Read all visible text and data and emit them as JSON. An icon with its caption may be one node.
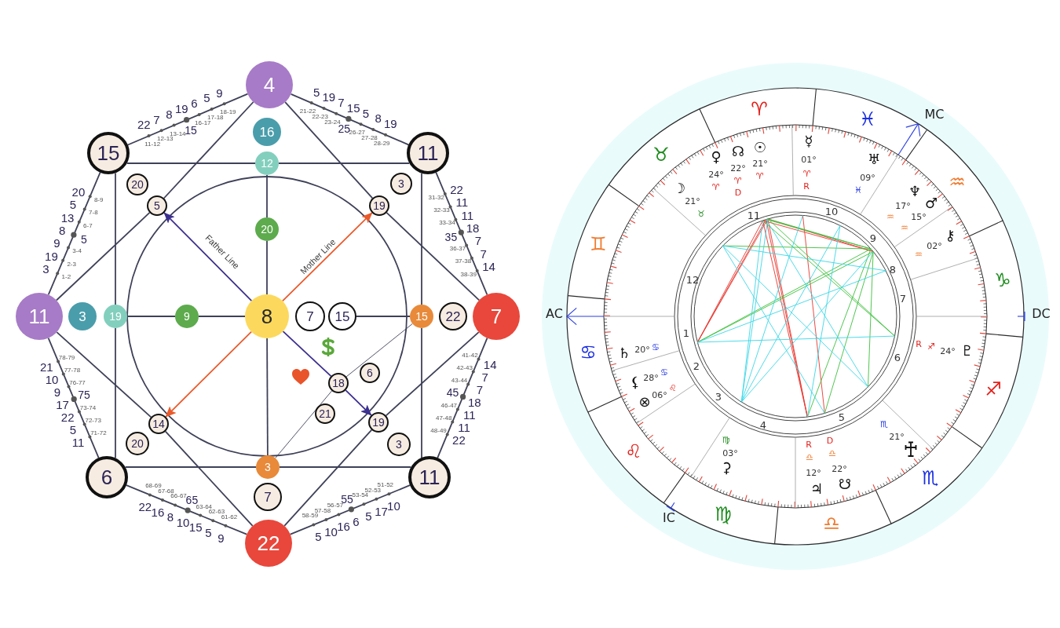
{
  "diagram": {
    "nodes": [
      {
        "text": [
          "4"
        ]
      },
      {
        "text": [
          "16"
        ]
      },
      {
        "text": [
          "15"
        ]
      },
      {
        "text": [
          "11"
        ]
      },
      {
        "text": [
          "12"
        ]
      },
      {
        "text": [
          "20"
        ]
      },
      {
        "text": [
          "3"
        ]
      },
      {
        "text": [
          "5"
        ]
      },
      {
        "text": [
          "19"
        ]
      },
      {
        "text": [
          "20"
        ]
      },
      {
        "text": [
          "11"
        ]
      },
      {
        "text": [
          "3"
        ]
      },
      {
        "text": [
          "19"
        ]
      },
      {
        "text": [
          "9"
        ]
      },
      {
        "text": [
          "8"
        ]
      },
      {
        "text": [
          "7"
        ]
      },
      {
        "text": [
          "15"
        ]
      },
      {
        "text": [
          "15"
        ]
      },
      {
        "text": [
          "22"
        ]
      },
      {
        "text": [
          "7"
        ]
      },
      {
        "text": [
          "6"
        ]
      },
      {
        "text": [
          "18"
        ]
      },
      {
        "text": [
          "21"
        ]
      },
      {
        "text": [
          "14"
        ]
      },
      {
        "text": [
          "19"
        ]
      },
      {
        "text": [
          "20"
        ]
      },
      {
        "text": [
          "3"
        ]
      },
      {
        "text": [
          "3"
        ]
      },
      {
        "text": [
          "6"
        ]
      },
      {
        "text": [
          "11"
        ]
      },
      {
        "text": [
          "7"
        ]
      },
      {
        "text": [
          "22"
        ]
      }
    ],
    "edges": [
      {
        "from": 10,
        "to": 2,
        "arrow": "none"
      },
      {
        "from": 2,
        "to": 0,
        "arrow": "none"
      },
      {
        "from": 0,
        "to": 3,
        "arrow": "none"
      },
      {
        "from": 3,
        "to": 19,
        "arrow": "none"
      },
      {
        "from": 19,
        "to": 29,
        "arrow": "none"
      },
      {
        "from": 29,
        "to": 31,
        "arrow": "none"
      },
      {
        "from": 31,
        "to": 28,
        "arrow": "none"
      },
      {
        "from": 28,
        "to": 10,
        "arrow": "none"
      },
      {
        "from": 2,
        "to": 4,
        "arrow": "none"
      },
      {
        "from": 4,
        "to": 3,
        "arrow": "none"
      },
      {
        "from": 2,
        "to": 12,
        "arrow": "none"
      },
      {
        "from": 12,
        "to": 28,
        "arrow": "none"
      },
      {
        "from": 3,
        "to": 17,
        "arrow": "none"
      },
      {
        "from": 17,
        "to": 29,
        "arrow": "none"
      },
      {
        "from": 28,
        "to": 27,
        "arrow": "none"
      },
      {
        "from": 27,
        "to": 29,
        "arrow": "none"
      },
      {
        "from": 0,
        "to": 7,
        "arrow": "none"
      },
      {
        "from": 7,
        "to": 10,
        "arrow": "none"
      },
      {
        "from": 0,
        "to": 8,
        "arrow": "none"
      },
      {
        "from": 8,
        "to": 19,
        "arrow": "none"
      },
      {
        "from": 10,
        "to": 23,
        "arrow": "none"
      },
      {
        "from": 23,
        "to": 31,
        "arrow": "none"
      },
      {
        "from": 19,
        "to": 24,
        "arrow": "none"
      },
      {
        "from": 24,
        "to": 31,
        "arrow": "none"
      },
      {
        "from": 4,
        "to": 9,
        "arrow": "none"
      },
      {
        "from": 9,
        "to": 14,
        "arrow": "none"
      },
      {
        "from": 14,
        "to": 27,
        "arrow": "none"
      },
      {
        "from": 12,
        "to": 13,
        "arrow": "none"
      },
      {
        "from": 13,
        "to": 14,
        "arrow": "none"
      },
      {
        "from": 16,
        "to": 17,
        "arrow": "none"
      },
      {
        "from": 14,
        "to": 7,
        "arrow": "to",
        "label": "Father Line",
        "color": "#3b2f8f"
      },
      {
        "from": 14,
        "to": 8,
        "arrow": "to",
        "label": "Mother Line",
        "color": "#ea5a2b"
      },
      {
        "from": 14,
        "to": 23,
        "arrow": "to",
        "color": "#ea5a2b"
      },
      {
        "from": 14,
        "to": 21,
        "arrow": "none",
        "color": "#3b2f8f"
      },
      {
        "from": 21,
        "to": 24,
        "arrow": "to",
        "color": "#3b2f8f"
      },
      {
        "from": 27,
        "to": 21,
        "arrow": "none"
      },
      {
        "from": 21,
        "to": 17,
        "arrow": "none"
      }
    ],
    "labels": [
      "3",
      "1-2",
      "19",
      "2-3",
      "9",
      "3-4",
      "8",
      "5",
      "13",
      "6-7",
      "5",
      "7-8",
      "20",
      "8-9",
      "22",
      "11-12",
      "7",
      "12-13",
      "8",
      "13-14",
      "19",
      "15",
      "6",
      "16-17",
      "5",
      "17-18",
      "9",
      "18-19",
      "5",
      "21-22",
      "19",
      "22-23",
      "7",
      "23-24",
      "15",
      "25",
      "5",
      "26-27",
      "8",
      "27-28",
      "19",
      "28-29",
      "22",
      "31-32",
      "11",
      "32-33",
      "11",
      "33-34",
      "18",
      "35",
      "7",
      "36-37",
      "7",
      "37-38",
      "14",
      "38-39",
      "14",
      "41-42",
      "7",
      "42-43",
      "7",
      "43-44",
      "18",
      "45",
      "11",
      "46-47",
      "11",
      "47-48",
      "22",
      "48-49",
      "10",
      "51-52",
      "17",
      "52-53",
      "5",
      "53-54",
      "6",
      "55",
      "16",
      "56-57",
      "10",
      "57-58",
      "5",
      "58-59",
      "9",
      "61-62",
      "5",
      "62-63",
      "15",
      "63-64",
      "10",
      "65",
      "8",
      "66-67",
      "16",
      "67-68",
      "22",
      "68-69",
      "11",
      "71-72",
      "5",
      "72-73",
      "22",
      "73-74",
      "17",
      "75",
      "9",
      "76-77",
      "10",
      "77-78",
      "21",
      "78-79",
      "♈",
      "♓",
      "MC",
      "♉",
      "♒",
      "♊",
      "♑",
      "AC",
      "DC",
      "♋",
      "♐",
      "♌",
      "♏",
      "♍",
      "IC",
      "♎",
      "10",
      "11",
      "9",
      "8",
      "12",
      "7",
      "1",
      "6",
      "2",
      "3",
      "5",
      "4",
      "♀",
      "24°",
      "♈",
      "☊",
      "22°",
      "♈",
      "D",
      "☉",
      "21°",
      "♈",
      "☿",
      "01°",
      "♈",
      "R",
      "♅",
      "09°",
      "♓",
      "☽",
      "21°",
      "♉",
      "♆",
      "17°",
      "♒",
      "♂",
      "15°",
      "♒",
      "⚷",
      "02°",
      "♒",
      "R",
      "♐",
      "24°",
      "♇",
      "♄",
      "20°",
      "♋",
      "⚸",
      "28°",
      "♋",
      "⊗",
      "06°",
      "♌",
      "♍",
      "03°",
      "⚳",
      "R",
      "♎",
      "12°",
      "♃",
      "D",
      "♎",
      "22°",
      "☋",
      "♏",
      "21°"
    ]
  }
}
